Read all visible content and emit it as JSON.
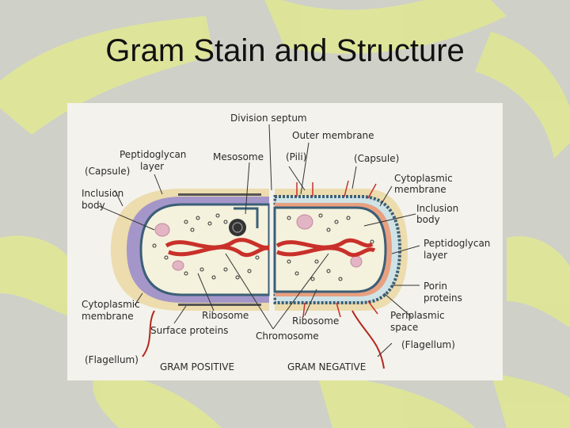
{
  "slide": {
    "title": "Gram Stain and Structure"
  },
  "figure": {
    "labels": {
      "division_septum": "Division septum",
      "outer_membrane": "Outer membrane",
      "peptidoglycan_layer_1": "Peptidoglycan",
      "peptidoglycan_layer_2": "layer",
      "mesosome": "Mesosome",
      "pili": "(Pili)",
      "capsule_left": "(Capsule)",
      "capsule_right": "(Capsule)",
      "cytoplasmic_membrane_right_1": "Cytoplasmic",
      "cytoplasmic_membrane_right_2": "membrane",
      "inclusion_body_left_1": "Inclusion",
      "inclusion_body_left_2": "body",
      "inclusion_body_right_1": "Inclusion",
      "inclusion_body_right_2": "body",
      "peptidoglycan_right_1": "Peptidoglycan",
      "peptidoglycan_right_2": "layer",
      "porin_proteins_1": "Porin",
      "porin_proteins_2": "proteins",
      "periplasmic_space_1": "Periplasmic",
      "periplasmic_space_2": "space",
      "cytoplasmic_membrane_left_1": "Cytoplasmic",
      "cytoplasmic_membrane_left_2": "membrane",
      "ribosome_left": "Ribosome",
      "ribosome_right": "Ribosome",
      "surface_proteins": "Surface proteins",
      "chromosome": "Chromosome",
      "flagellum_left": "(Flagellum)",
      "flagellum_right": "(Flagellum)",
      "gram_positive": "GRAM POSITIVE",
      "gram_negative": "GRAM NEGATIVE"
    },
    "colors": {
      "background": "#cfd0c8",
      "blob": "#dfe796",
      "figure_bg": "#f3f2ec",
      "capsule": "#ecdcae",
      "peptidoglycan_pos": "#a496c8",
      "cytoplasm": "#f4f1dc",
      "membrane": "#3b5f78",
      "chromosome": "#c9302a",
      "inclusion": "#e3b4c4",
      "flagellum": "#b5281f"
    }
  }
}
